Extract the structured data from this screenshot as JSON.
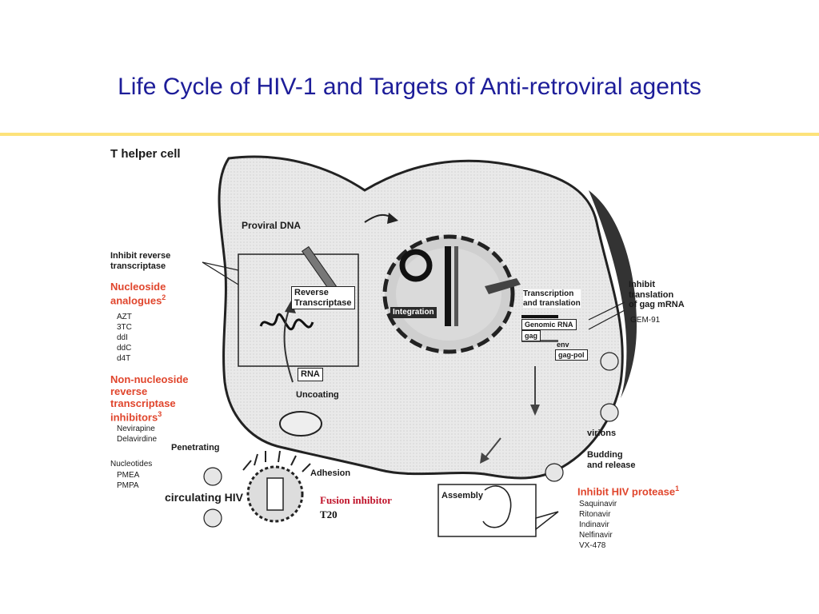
{
  "slide": {
    "title": "Life Cycle of HIV-1 and Targets of Anti-retroviral agents"
  },
  "diagram": {
    "cell_label": "T helper cell",
    "proviral_dna": "Proviral DNA",
    "rt_header_line1": "Inhibit reverse",
    "rt_header_line2": "transcriptase",
    "nucleoside_line1": "Nucleoside",
    "nucleoside_line2": "analogues",
    "nucleoside_sup": "2",
    "nucleoside_drugs": [
      "AZT",
      "3TC",
      "ddI",
      "ddC",
      "d4T"
    ],
    "nnrti_line1": "Non-nucleoside",
    "nnrti_line2": "reverse",
    "nnrti_line3": "transcriptase",
    "nnrti_line4": "inhibitors",
    "nnrti_sup": "3",
    "nnrti_drugs": [
      "Nevirapine",
      "Delavirdine"
    ],
    "nucleotides_header": "Nucleotides",
    "nucleotide_drugs": [
      "PMEA",
      "PMPA"
    ],
    "reverse_transcriptase_line1": "Reverse",
    "reverse_transcriptase_line2": "Transcriptase",
    "rna": "RNA",
    "uncoating": "Uncoating",
    "penetrating": "Penetrating",
    "adhesion": "Adhesion",
    "circulating_hiv": "circulating HIV",
    "fusion_inhibitor": "Fusion inhibitor",
    "fusion_drug": "T20",
    "integration": "Integration",
    "transcription_line1": "Transcription",
    "transcription_line2": "and translation",
    "genomic_rna": "Genomic RNA",
    "gag": "gag",
    "env": "env",
    "gag_pol": "gag-pol",
    "translation_line1": "Inhibit",
    "translation_line2": "translation",
    "translation_line3": "of gag mRNA",
    "translation_drug": "GEM-91",
    "virions": "virions",
    "budding_line1": "Budding",
    "budding_line2": "and release",
    "protease_header": "Inhibit HIV protease",
    "protease_sup": "1",
    "protease_drugs": [
      "Saquinavir",
      "Ritonavir",
      "Indinavir",
      "Nelfinavir",
      "VX-478"
    ],
    "assembly": "Assembly"
  },
  "colors": {
    "title": "#1d1d99",
    "rule": "#fde27a",
    "drug_class_red": "#e0452c",
    "fusion_red": "#c0142b"
  }
}
